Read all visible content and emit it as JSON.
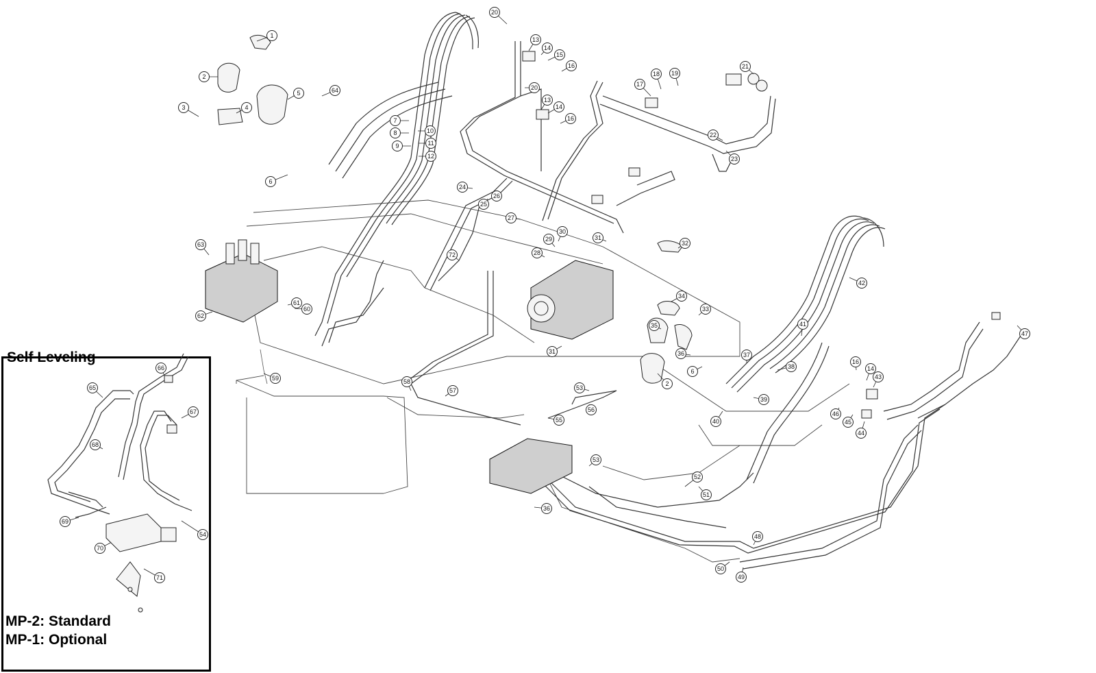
{
  "inset": {
    "title": "Self Leveling",
    "note_standard": "MP-2: Standard",
    "note_optional": "MP-1: Optional"
  },
  "callouts": [
    "1",
    "2",
    "3",
    "4",
    "5",
    "64",
    "6",
    "7",
    "8",
    "9",
    "10",
    "11",
    "12",
    "20",
    "13",
    "14",
    "15",
    "16",
    "20",
    "13",
    "14",
    "16",
    "17",
    "18",
    "19",
    "21",
    "22",
    "23",
    "24",
    "25",
    "26",
    "27",
    "72",
    "63",
    "62",
    "61",
    "60",
    "59",
    "28",
    "29",
    "30",
    "31",
    "32",
    "34",
    "33",
    "35",
    "36",
    "6",
    "2",
    "31",
    "58",
    "57",
    "53",
    "56",
    "55",
    "53",
    "36",
    "52",
    "51",
    "42",
    "41",
    "37",
    "38",
    "39",
    "40",
    "16",
    "14",
    "43",
    "47",
    "46",
    "45",
    "44",
    "48",
    "50",
    "49",
    "65",
    "66",
    "67",
    "68",
    "69",
    "70",
    "71",
    "54"
  ]
}
